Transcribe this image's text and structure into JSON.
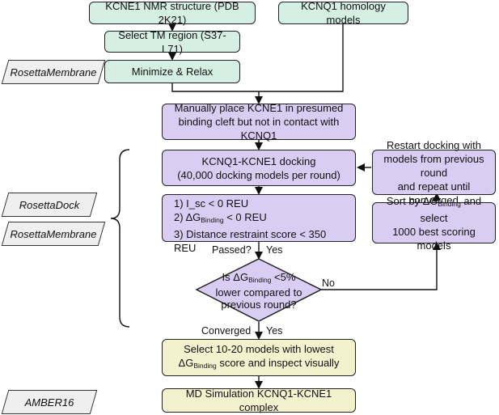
{
  "boxes": {
    "nmr": "KCNE1 NMR structure (PDB 2K21)",
    "kcnq1_homology": "KCNQ1 homology models",
    "select_tm": "Select TM region (S37-L71)",
    "minimize": "Minimize & Relax",
    "manual_line1": "Manually place KCNE1 in presumed",
    "manual_line2": "binding cleft but not in contact with KCNQ1",
    "docking_line1": "KCNQ1-KCNE1 docking",
    "docking_line2": "(40,000 docking models per round)",
    "restart_line1": "Restart docking with",
    "restart_line2": "models from previous round",
    "restart_line3": "and repeat until converged",
    "criteria1": "1) I_sc < 0 REU",
    "criteria2_pre": "2) ΔG",
    "criteria2_sub": "Binding",
    "criteria2_post": " < 0 REU",
    "criteria3": "3) Distance restraint score < 350 REU",
    "sort_pre": "Sort by ΔG",
    "sort_sub": "Binding",
    "sort_post": " and select",
    "sort_line2": "1000 best scoring models",
    "select_line1": "Select 10-20 models with lowest",
    "select_pre": "ΔG",
    "select_sub": "Binding",
    "select_post": " score and inspect visually",
    "md": "MD Simulation KCNQ1-KCNE1 complex"
  },
  "diamond": {
    "line1_pre": "Is ΔG",
    "line1_sub": "Binding",
    "line1_post": " <5%",
    "line2": "lower compared to",
    "line3": "previous round?"
  },
  "labels": {
    "passed": "Passed?",
    "yes1": "Yes",
    "no": "No",
    "converged": "Converged",
    "yes2": "Yes"
  },
  "software": {
    "rosetta_membrane_top": "RosettaMembrane",
    "rosetta_dock": "RosettaDock",
    "rosetta_membrane_mid": "RosettaMembrane",
    "amber": "AMBER16"
  },
  "colors": {
    "green": "#d6efe4",
    "purple": "#d9cdf3",
    "yellow": "#f4f1cf",
    "tag_gray": "#efefef"
  }
}
